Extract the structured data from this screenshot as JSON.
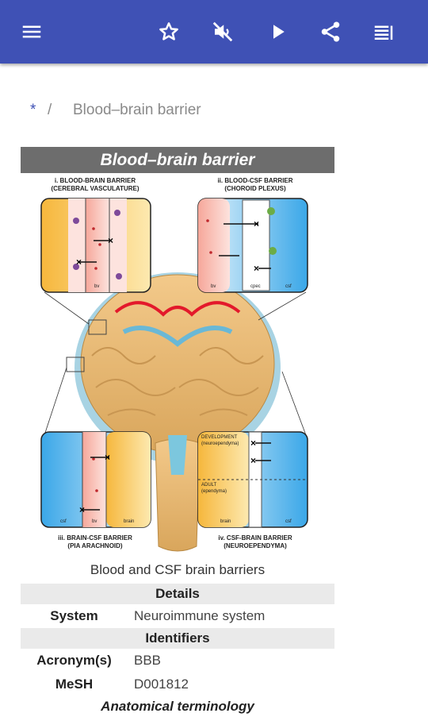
{
  "appbar": {
    "icons": [
      "menu-icon",
      "star-icon",
      "mute-icon",
      "play-icon",
      "share-icon",
      "list-icon"
    ],
    "color": "#3f51b5"
  },
  "breadcrumb": {
    "home": "*",
    "separator": "/",
    "current": "Blood–brain barrier"
  },
  "figure": {
    "title": "Blood–brain barrier",
    "panel_labels": {
      "p1": [
        "i. BLOOD-BRAIN BARRIER",
        "(CEREBRAL VASCULATURE)"
      ],
      "p2": [
        "ii. BLOOD-CSF BARRIER",
        "(CHOROID PLEXUS)"
      ],
      "p3": [
        "iii. BRAIN-CSF BARRIER",
        "(PIA ARACHNOID)"
      ],
      "p4": [
        "iv. CSF-BRAIN BARRIER",
        "(NEUROEPENDYMA)"
      ]
    },
    "inner_labels": {
      "bv": "bv",
      "brain": "brain",
      "csf": "csf",
      "cpec": "cpec",
      "development": "DEVELOPMENT",
      "development_sub": "(neuroependyma)",
      "adult": "ADULT",
      "adult_sub": "(ependyma)"
    }
  },
  "caption": "Blood and CSF brain barriers",
  "infobox": {
    "details_header": "Details",
    "system_label": "System",
    "system_value": "Neuroimmune system",
    "identifiers_header": "Identifiers",
    "acronym_label": "Acronym(s)",
    "acronym_value": "BBB",
    "mesh_label": "MeSH",
    "mesh_value": "D001812",
    "terminology": "Anatomical terminology"
  }
}
